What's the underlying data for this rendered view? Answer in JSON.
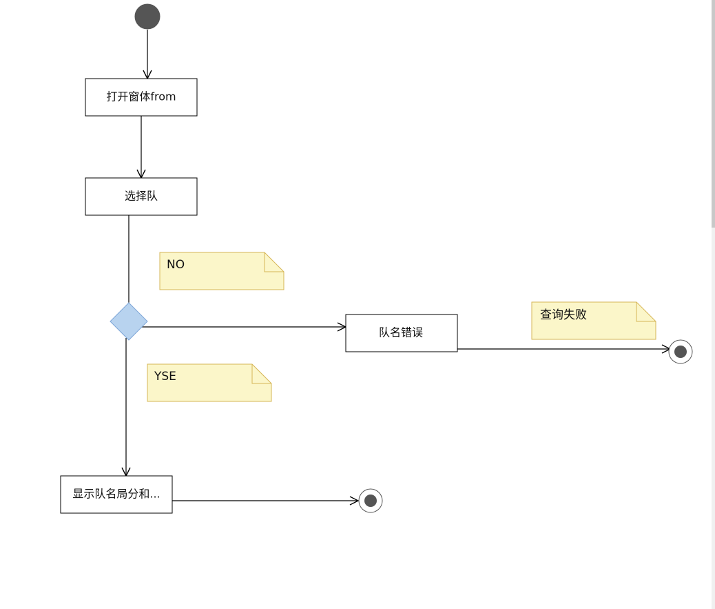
{
  "diagram": {
    "nodes": {
      "open_form": "打开窗体from",
      "select_team": "选择队",
      "team_name_error": "队名错误",
      "show_team_info": "显示队名局分和..."
    },
    "notes": {
      "no": "NO",
      "yes": "YSE",
      "query_failed": "查询失败"
    }
  },
  "colors": {
    "line": "#000000",
    "node_border": "#000000",
    "start_fill": "#555555",
    "end_fill": "#555555",
    "decision_fill": "#b8d3ef",
    "decision_border": "#7ea6d8",
    "note_fill": "#fbf6c9",
    "note_border": "#d6b656"
  }
}
